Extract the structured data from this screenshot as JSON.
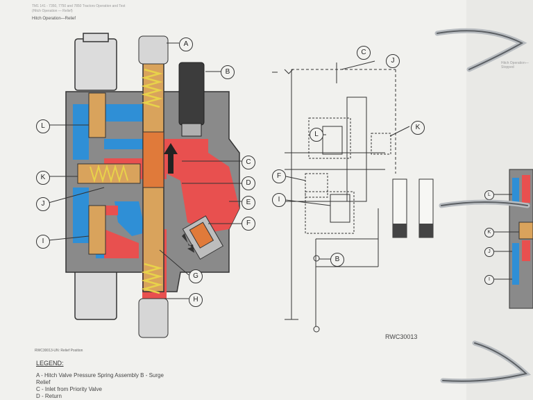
{
  "page": {
    "header_line1": "TM1 141 - 7350, 7750 and 7850 Tractors Operation and Test",
    "header_line2": "(Hitch Operation — Relief)",
    "section_title": "Hitch Operation—Relief",
    "right_header": "Hitch Operation— Stopped",
    "figure_id": "RWC30013",
    "small_caption": "RWC30013-UN: Relief Position"
  },
  "callouts_left": [
    "A",
    "B",
    "C",
    "D",
    "E",
    "F",
    "G",
    "H",
    "I",
    "J",
    "K",
    "L"
  ],
  "callouts_schematic": [
    "C",
    "J",
    "K",
    "L",
    "F",
    "I",
    "B"
  ],
  "callouts_right": [
    "L",
    "K",
    "J",
    "I"
  ],
  "legend": {
    "title": "LEGEND:",
    "items": [
      "A - Hitch Valve Pressure Spring Assembly B - Surge",
      "Relief",
      "C - Inlet from Priority Valve",
      "D - Return"
    ]
  },
  "colors": {
    "pressure": "#e8504f",
    "return": "#2f8fd6",
    "spool": "#d9a35c",
    "spring": "#e8d24a",
    "body": "#8a8a8a"
  }
}
